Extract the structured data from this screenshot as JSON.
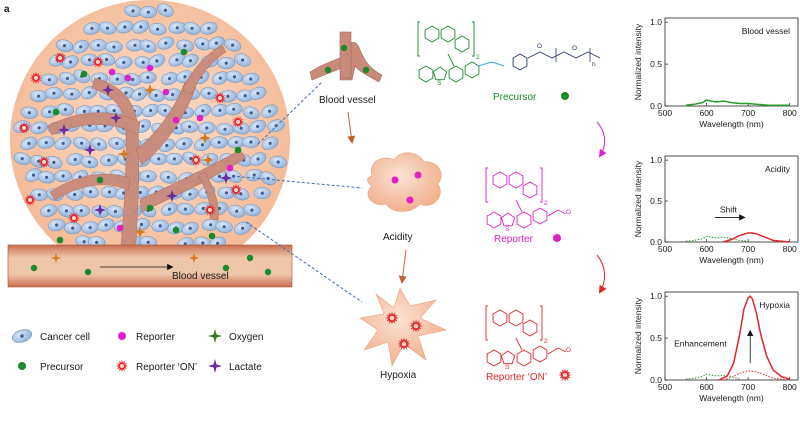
{
  "panel_label": "a",
  "colors": {
    "precursor": "#1a8a2a",
    "reporter": "#e020c8",
    "reporter_on": "#e3262a",
    "oxygen": "#2f7a1f",
    "lactate": "#6a2aa0",
    "vessel": "#c98a7a",
    "tumor": "#f6c7a9",
    "cell": "#a9c2e4"
  },
  "legend": {
    "cancer_cell": "Cancer cell",
    "reporter": "Reporter",
    "oxygen": "Oxygen",
    "precursor": "Precursor",
    "reporter_on": "Reporter ‘ON’",
    "lactate": "Lactate"
  },
  "tumor": {
    "vessel_label": "Blood vessel"
  },
  "stages": [
    {
      "name": "Blood vessel",
      "compound": "Precursor",
      "compound_color": "#1a8a2a"
    },
    {
      "name": "Acidity",
      "compound": "Reporter",
      "compound_color": "#e020c8"
    },
    {
      "name": "Hypoxia",
      "compound": "Reporter ‘ON’",
      "compound_color": "#e3262a"
    }
  ],
  "chem_labels": {
    "subscript_2": "2",
    "n_label": "n",
    "o_label": "O",
    "s_label": "S"
  },
  "chart_data": [
    {
      "type": "line",
      "title": "Blood vessel",
      "xlabel": "Wavelength (nm)",
      "ylabel": "Normalized intensity",
      "xlim": [
        500,
        820
      ],
      "ylim": [
        0,
        1.05
      ],
      "xticks": [
        500,
        600,
        700,
        800
      ],
      "yticks": [
        0.0,
        0.5,
        1.0
      ],
      "series": [
        {
          "style": "solid",
          "color": "#2a9a2a",
          "x": [
            550,
            570,
            590,
            600,
            610,
            620,
            630,
            640,
            650,
            660,
            680,
            700,
            720,
            750,
            800
          ],
          "y": [
            0.01,
            0.02,
            0.04,
            0.07,
            0.06,
            0.05,
            0.05,
            0.06,
            0.05,
            0.04,
            0.03,
            0.03,
            0.02,
            0.01,
            0.01
          ]
        }
      ]
    },
    {
      "type": "line",
      "title": "Acidity",
      "annotation": "Shift",
      "xlabel": "Wavelength (nm)",
      "ylabel": "Normalized intensity",
      "xlim": [
        500,
        820
      ],
      "ylim": [
        0,
        1.05
      ],
      "xticks": [
        500,
        600,
        700,
        800
      ],
      "yticks": [
        0.0,
        0.5,
        1.0
      ],
      "series": [
        {
          "style": "dotted",
          "color": "#2a9a2a",
          "x": [
            550,
            570,
            590,
            600,
            610,
            620,
            630,
            640,
            650,
            660,
            680,
            700
          ],
          "y": [
            0.01,
            0.02,
            0.04,
            0.07,
            0.06,
            0.05,
            0.05,
            0.06,
            0.05,
            0.04,
            0.02,
            0.01
          ]
        },
        {
          "style": "solid",
          "color": "#e3262a",
          "x": [
            640,
            660,
            680,
            700,
            710,
            720,
            740,
            760,
            780,
            800
          ],
          "y": [
            0.0,
            0.03,
            0.08,
            0.11,
            0.11,
            0.1,
            0.06,
            0.02,
            0.01,
            0.0
          ]
        }
      ]
    },
    {
      "type": "line",
      "title": "Hypoxia",
      "annotation": "Enhancement",
      "xlabel": "Wavelength (nm)",
      "ylabel": "Normalized intensity",
      "xlim": [
        500,
        820
      ],
      "ylim": [
        0,
        1.05
      ],
      "xticks": [
        500,
        600,
        700,
        800
      ],
      "yticks": [
        0.0,
        0.5,
        1.0
      ],
      "series": [
        {
          "style": "dotted",
          "color": "#2a9a2a",
          "x": [
            550,
            570,
            590,
            600,
            610,
            620,
            630,
            640,
            650,
            660,
            680
          ],
          "y": [
            0.01,
            0.02,
            0.04,
            0.07,
            0.06,
            0.05,
            0.05,
            0.06,
            0.05,
            0.04,
            0.01
          ]
        },
        {
          "style": "dotted",
          "color": "#e3262a",
          "x": [
            640,
            660,
            680,
            700,
            720,
            740,
            760,
            780,
            800
          ],
          "y": [
            0.0,
            0.03,
            0.08,
            0.11,
            0.1,
            0.06,
            0.02,
            0.01,
            0.0
          ]
        },
        {
          "style": "solid",
          "color": "#e3262a",
          "x": [
            630,
            650,
            665,
            680,
            690,
            700,
            705,
            710,
            720,
            730,
            745,
            760,
            780,
            800
          ],
          "y": [
            0.0,
            0.05,
            0.2,
            0.55,
            0.85,
            0.98,
            1.0,
            0.97,
            0.8,
            0.55,
            0.28,
            0.12,
            0.04,
            0.01
          ]
        }
      ]
    }
  ]
}
